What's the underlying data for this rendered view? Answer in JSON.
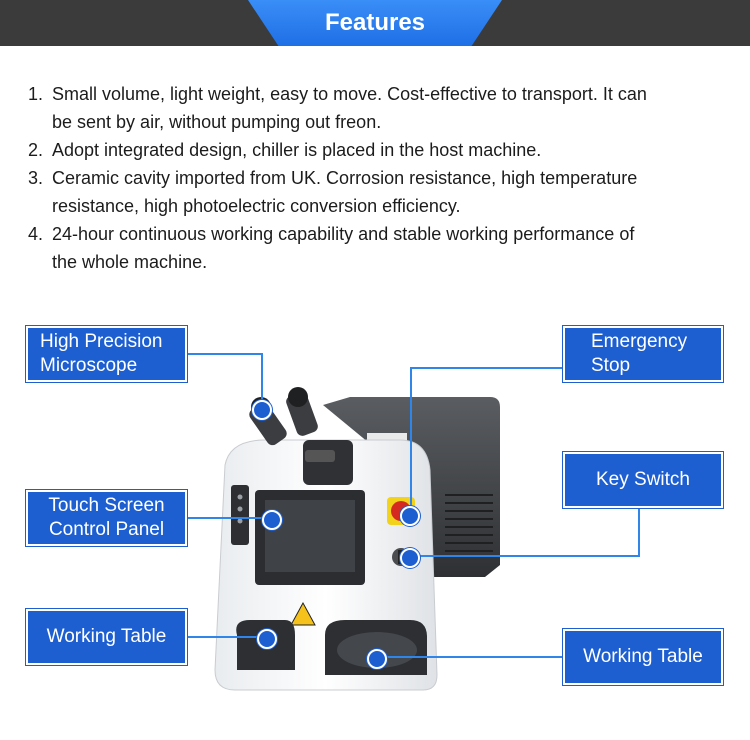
{
  "header": {
    "title": "Features"
  },
  "features": [
    {
      "num": "1.",
      "lines": [
        "Small volume, light weight, easy to move. Cost-effective to transport. It can",
        "be sent by air, without pumping out freon."
      ]
    },
    {
      "num": "2.",
      "lines": [
        "Adopt integrated design, chiller is placed in the host machine."
      ]
    },
    {
      "num": "3.",
      "lines": [
        "Ceramic cavity imported from UK. Corrosion resistance, high temperature",
        "resistance, high photoelectric conversion efficiency."
      ]
    },
    {
      "num": "4.",
      "lines": [
        "24-hour continuous working capability and stable working performance of",
        "the whole machine."
      ]
    }
  ],
  "callouts": {
    "microscope": {
      "line1": "High Precision",
      "line2": "Microscope"
    },
    "emergency": {
      "line1": "Emergency",
      "line2": "Stop"
    },
    "key_switch": {
      "line1": "Key Switch"
    },
    "touch_screen": {
      "line1": "Touch Screen",
      "line2": "Control Panel"
    },
    "working_table_left": {
      "line1": "Working Table"
    },
    "working_table_right": {
      "line1": "Working Table"
    }
  },
  "colors": {
    "accent": "#1d5fd0",
    "topbar": "#3b3b3b",
    "line": "#2f86e8"
  }
}
